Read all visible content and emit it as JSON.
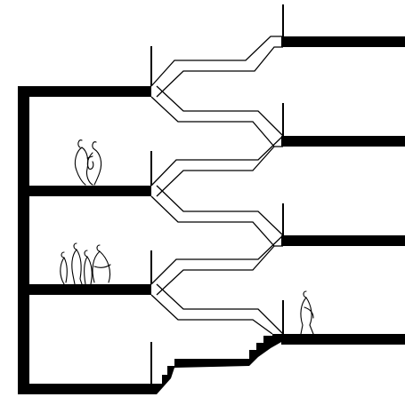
{
  "drawing": {
    "kind": "architectural-section",
    "subject": "split-level-staircase",
    "ink_color": "#000000",
    "paper_color": "#ffffff"
  },
  "figures": [
    {
      "name": "single-figure-upper",
      "level": "second-floor"
    },
    {
      "name": "figure-group",
      "level": "first-floor"
    },
    {
      "name": "walking-figure",
      "level": "ground-landing"
    }
  ]
}
